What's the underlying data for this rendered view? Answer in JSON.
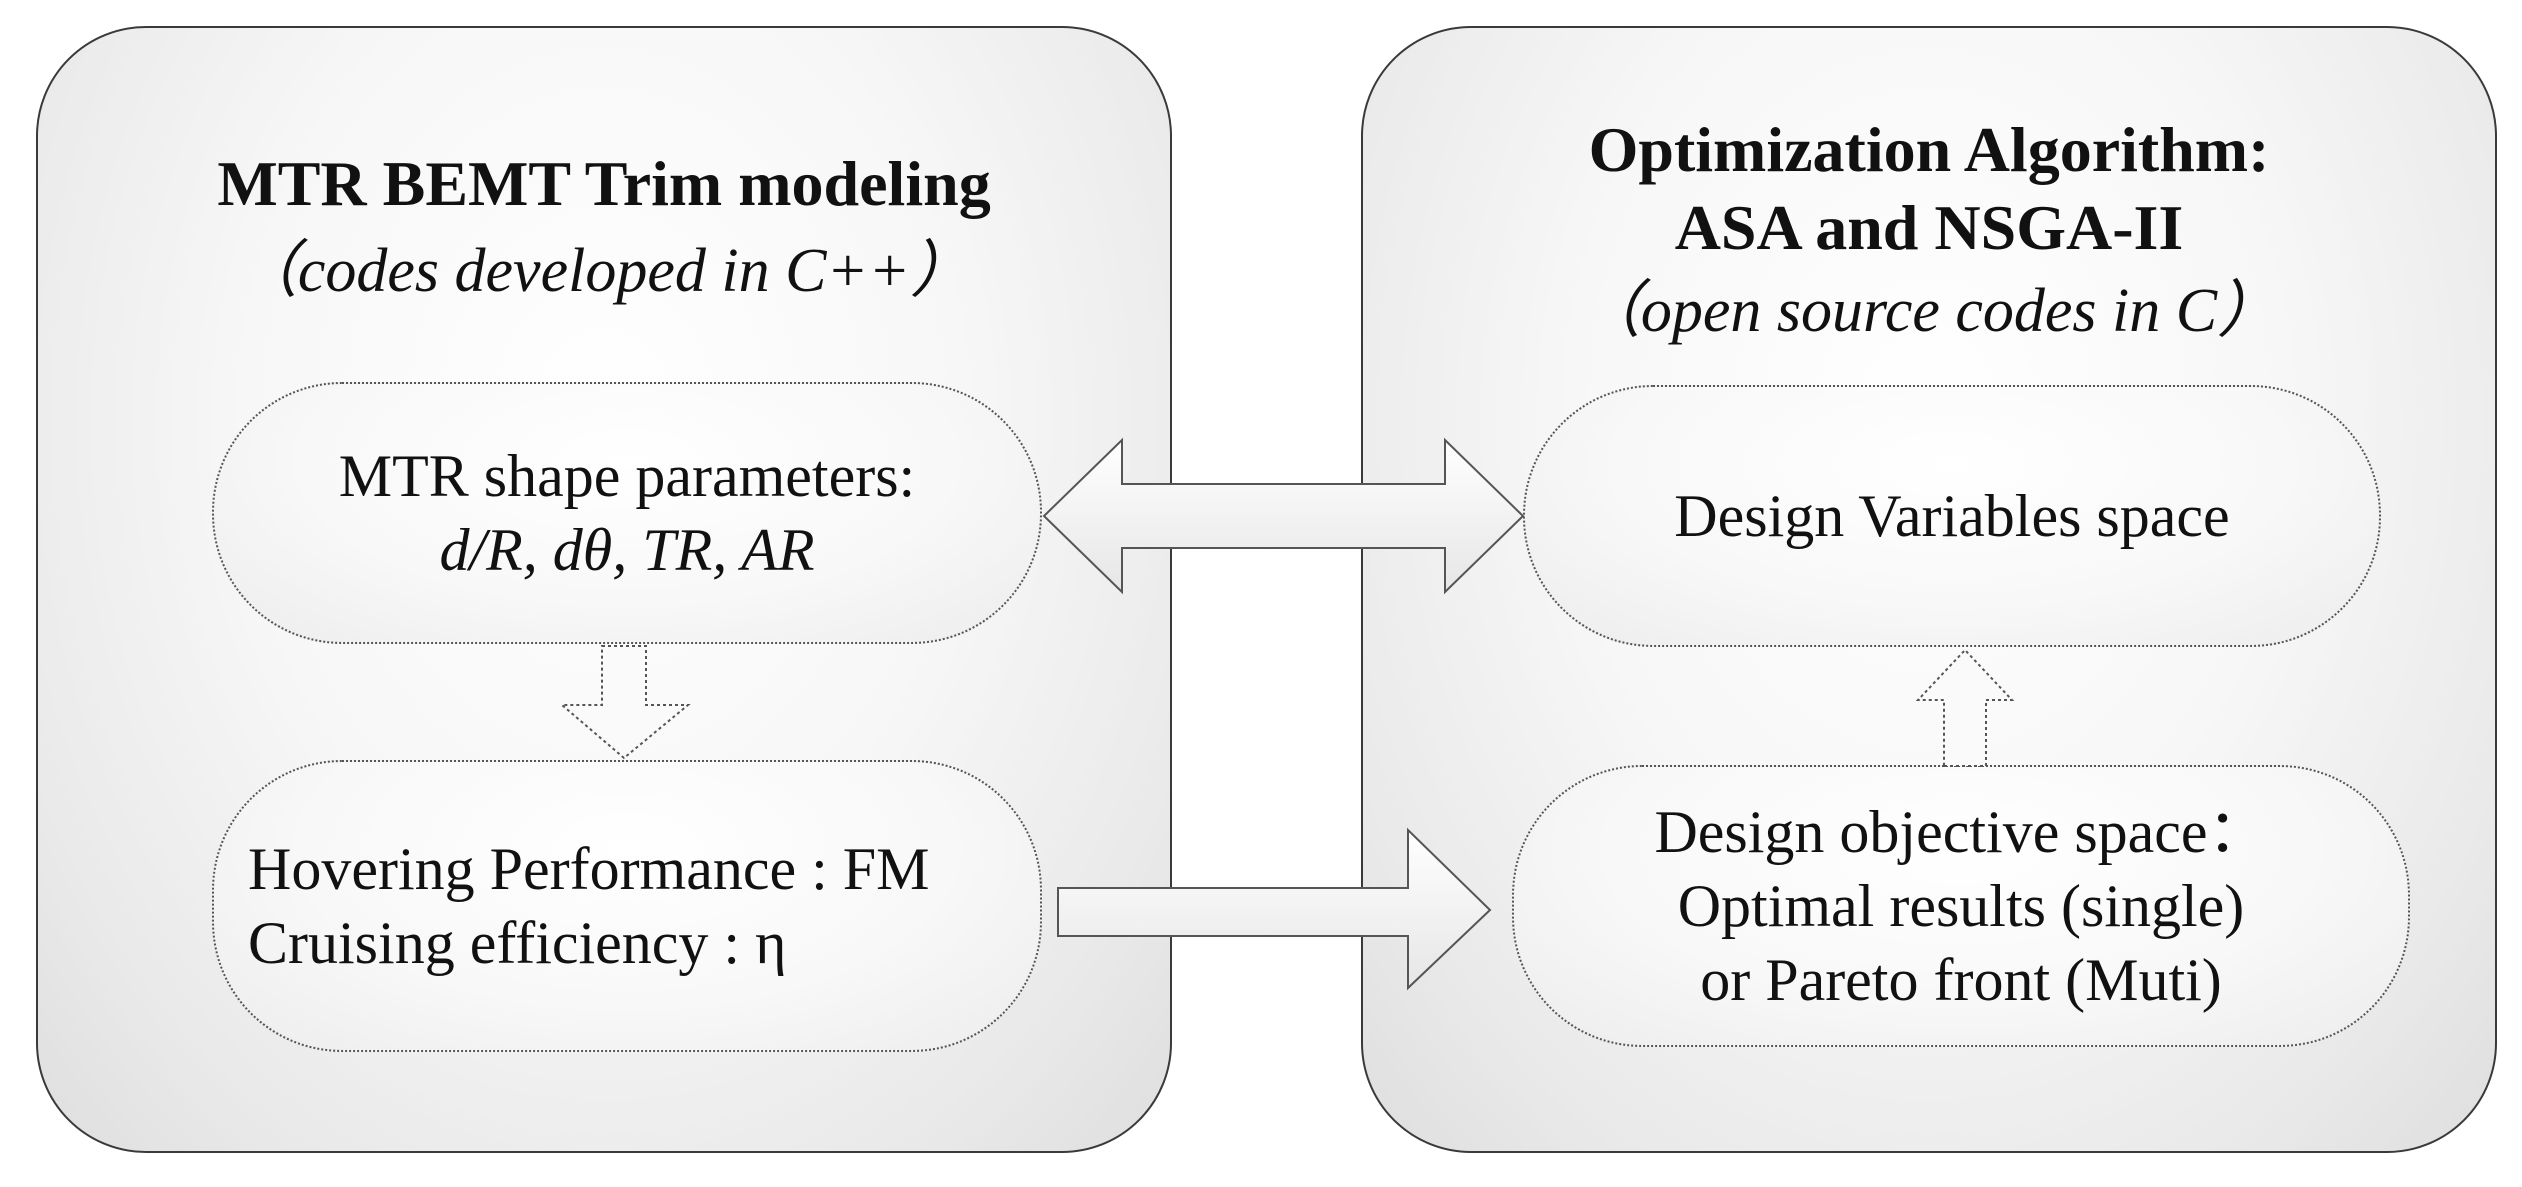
{
  "left_panel": {
    "title": "MTR BEMT Trim modeling",
    "subtitle": "（codes developed in C++）",
    "shape_node": {
      "line1": "MTR shape parameters:",
      "line2": "d/R, dθ, TR, AR"
    },
    "performance_node": {
      "line1": "Hovering Performance : FM",
      "line2": "Cruising efficiency : η"
    }
  },
  "right_panel": {
    "title_line1": "Optimization Algorithm:",
    "title_line2": "ASA and NSGA-II",
    "subtitle": "（open source codes in C）",
    "variables_node": {
      "line1": "Design Variables space"
    },
    "objective_node": {
      "line1": "Design objective space：",
      "line2": "Optimal results (single)",
      "line3": "or Pareto front (Muti)"
    }
  }
}
